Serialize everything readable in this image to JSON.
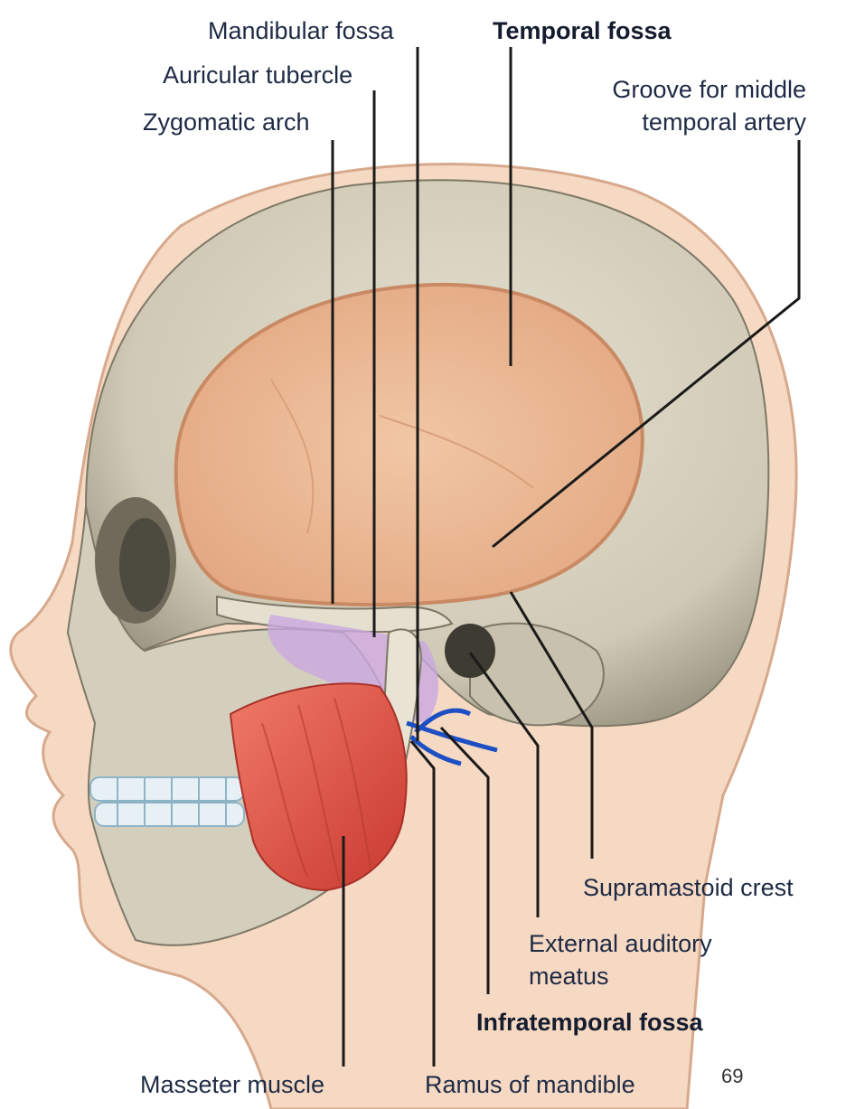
{
  "labels": {
    "mandibular_fossa": "Mandibular fossa",
    "temporal_fossa": "Temporal fossa",
    "auricular_tubercle": "Auricular tubercle",
    "groove_line1": "Groove for middle",
    "groove_line2": "temporal artery",
    "zygomatic_arch": "Zygomatic arch",
    "supramastoid_crest": "Supramastoid crest",
    "external_auditory_line1": "External auditory",
    "external_auditory_line2": "meatus",
    "infratemporal_fossa": "Infratemporal fossa",
    "masseter_muscle": "Masseter muscle",
    "ramus_of_mandible": "Ramus of mandible"
  },
  "page_number": "69",
  "colors": {
    "skin": "#f6d9c3",
    "skin_outline": "#d7a98c",
    "bone": "#d9d4c2",
    "bone_shadow": "#9e9884",
    "temporal_fossa_fill": "#ecb894",
    "muscle": "#e2574a",
    "nerve_blue": "#1d4fc4",
    "tissue_purple": "#b48fd0",
    "leader_line": "#1a1a1a"
  }
}
